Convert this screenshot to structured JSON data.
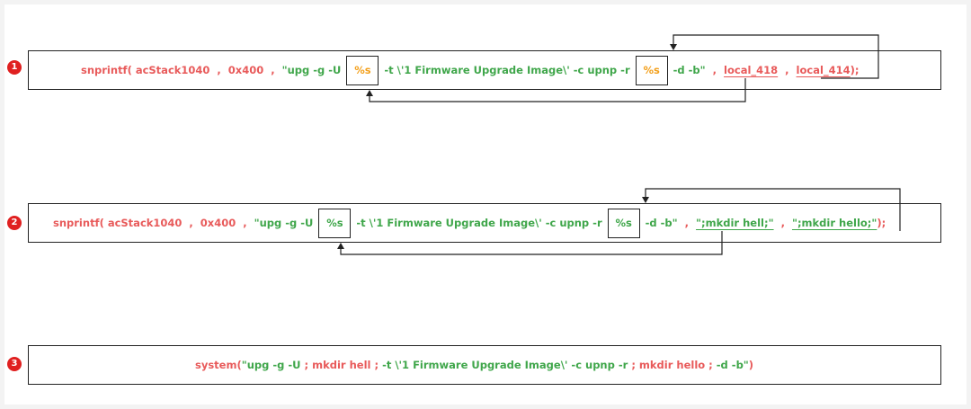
{
  "rows": [
    {
      "number": "1",
      "parts": {
        "call": "snprintf( acStack1040  ,  0x400  ,  ",
        "fmt_start": "\"upg -g -U",
        "ph1": "%s",
        "fmt_mid": "-t \\'1 Firmware Upgrade Image\\' -c upnp -r",
        "ph2": "%s",
        "fmt_end": "-d -b\"",
        "sep1": "  ,  ",
        "arg1": "local_418",
        "sep2": "  ,  ",
        "arg2": "local_414",
        "close": ");"
      }
    },
    {
      "number": "2",
      "parts": {
        "call": "snprintf( acStack1040  ,  0x400  ,  ",
        "fmt_start": "\"upg -g -U",
        "ph1": "%s",
        "fmt_mid": "-t \\'1 Firmware Upgrade Image\\' -c upnp -r",
        "ph2": "%s",
        "fmt_end": "-d -b\"",
        "sep1": "  ,  ",
        "arg1": "\";mkdir hell;\"",
        "sep2": "  ,  ",
        "arg2": "\";mkdir hello;\"",
        "close": ");"
      }
    },
    {
      "number": "3",
      "parts": {
        "p1": "system(",
        "p2": "\"upg -g -U",
        "p3": " ; mkdir hell ; ",
        "p4": "-t \\'1 Firmware Upgrade Image\\' -c upnp -r",
        "p5": " ; mkdir hello ; ",
        "p6": "-d -b\"",
        "p7": ")"
      }
    }
  ],
  "colors": {
    "badge": "#e02020",
    "code_red": "#e85a5a",
    "code_green": "#3fa64a",
    "placeholder_orange": "#f3a01c",
    "border": "#222222"
  }
}
